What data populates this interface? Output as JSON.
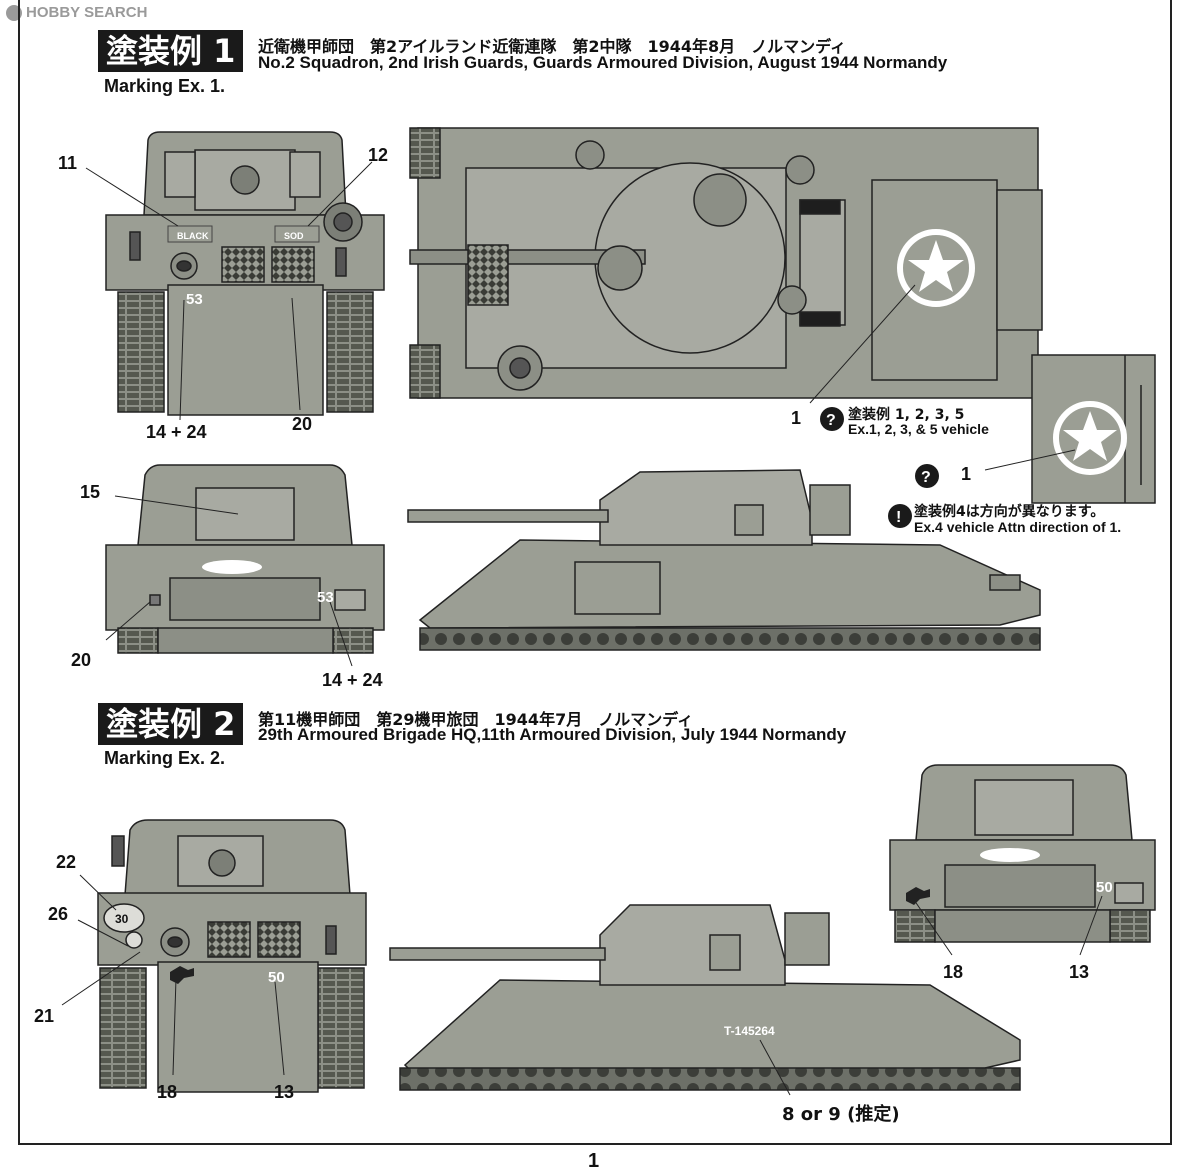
{
  "watermark": "HOBBY SEARCH",
  "colors": {
    "olive": "#9b9e94",
    "dark": "#2b2b2b",
    "line": "#222222",
    "light": "#b9bbb3"
  },
  "sections": [
    {
      "badge": "塗装例 1",
      "subtitle": "Marking Ex. 1.",
      "title_jp": "近衛機甲師団　第2アイルランド近衛連隊　第2中隊　1944年8月　ノルマンディ",
      "title_en": "No.2 Squadron, 2nd Irish Guards, Guards Armoured Division, August 1944 Normandy"
    },
    {
      "badge": "塗装例 2",
      "subtitle": "Marking Ex. 2.",
      "title_jp": "第11機甲師団　第29機甲旅団　1944年7月　ノルマンディ",
      "title_en": "29th Armoured Brigade HQ,11th Armoured Division, July 1944 Normandy"
    }
  ],
  "callouts": {
    "c11": "11",
    "c12": "12",
    "c14a": "14 + 24",
    "c20a": "20",
    "c1top": "1",
    "c15": "15",
    "c20b": "20",
    "c14b": "14 + 24",
    "c1side": "1",
    "c22": "22",
    "c26": "26",
    "c21": "21",
    "c18a": "18",
    "c13a": "13",
    "c18b": "18",
    "c13b": "13",
    "c8or9": "8 or 9 (推定)"
  },
  "vehicle_markings": {
    "black": "BLACK",
    "sod": "SOD",
    "num53": "53",
    "num30": "30",
    "num50": "50",
    "serial": "T-145264"
  },
  "notes": {
    "note1_jp": "塗装例 1, 2, 3, 5",
    "note1_en": "Ex.1, 2, 3, & 5 vehicle",
    "note2_jp": "塗装例4は方向が異なります。",
    "note2_en": "Ex.4 vehicle Attn direction of 1."
  },
  "page_number": "1"
}
